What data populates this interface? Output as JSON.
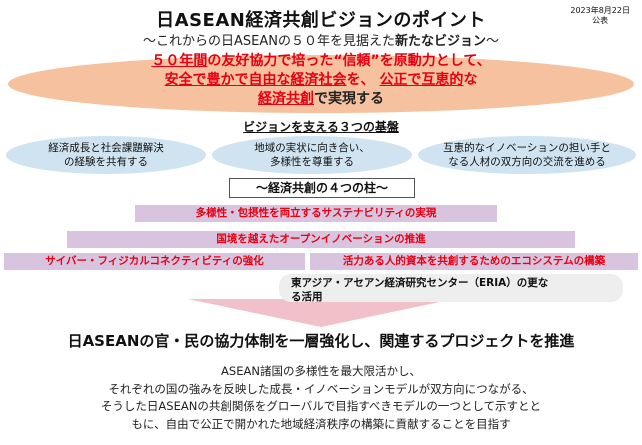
{
  "header": {
    "title": "日ASEAN経済共創ビジョンのポイント",
    "date": "2023年8月22日",
    "status": "公表",
    "subtitle_prefix": "～これからの日ASEANの５０年を見据えた",
    "subtitle_bold": "新たなビジョン",
    "subtitle_suffix": "～"
  },
  "main_message": {
    "line1_a": "５０年間",
    "line1_b": "の友好協力で培った",
    "line1_c": "“信頼”",
    "line1_d": "を原動力として、",
    "line2_a": "安全で豊かで自由な経済社会",
    "line2_b": "を、",
    "line2_c": "公正で互恵的",
    "line2_d": "な",
    "line3_a": "経済共創",
    "line3_b": "で実現する"
  },
  "foundations": {
    "title": "ビジョンを支える３つの基盤",
    "items": [
      {
        "line1": "経済成長と社会課題解決",
        "line2": "の経験を共有する"
      },
      {
        "line1": "地域の実状に向き合い、",
        "line2": "多様性を尊重する"
      },
      {
        "line1": "互恵的なイノベーションの担い手と",
        "line2": "なる人材の双方向の交流を進める"
      }
    ]
  },
  "pillars": {
    "title": "～経済共創の４つの柱～",
    "items": [
      "多様性・包摂性を両立するサステナビリティの実現",
      "国境を越えたオープンイノベーションの推進",
      "サイバー・フィジカルコネクティビティの強化",
      "活力ある人的資本を共創するためのエコシステムの構築"
    ]
  },
  "eria": {
    "line1": "東アジア・アセアン経済研究センター（ERIA）の更な",
    "line2": "る活用"
  },
  "conclusion": "日ASEANの官・民の協力体制を一層強化し、関連するプロジェクトを推進",
  "body": {
    "line1": "ASEAN諸国の多様性を最大限活かし、",
    "line2": "それぞれの国の強みを反映した成長・イノベーションモデルが双方向につながる、",
    "line3": "そうした日ASEANの共創関係をグローバルで目指すべきモデルの一つとして示すとと",
    "line4": "もに、自由で公正で開かれた地域経済秩序の構築に貢献することを目指す"
  },
  "colors": {
    "accent_red": "#e60012",
    "ellipse_orange": "#f5c19f",
    "pill_blue": "#cfe3f0",
    "bar_purple": "#d9c4e0",
    "arrow_pink": "#f2c0c8"
  }
}
